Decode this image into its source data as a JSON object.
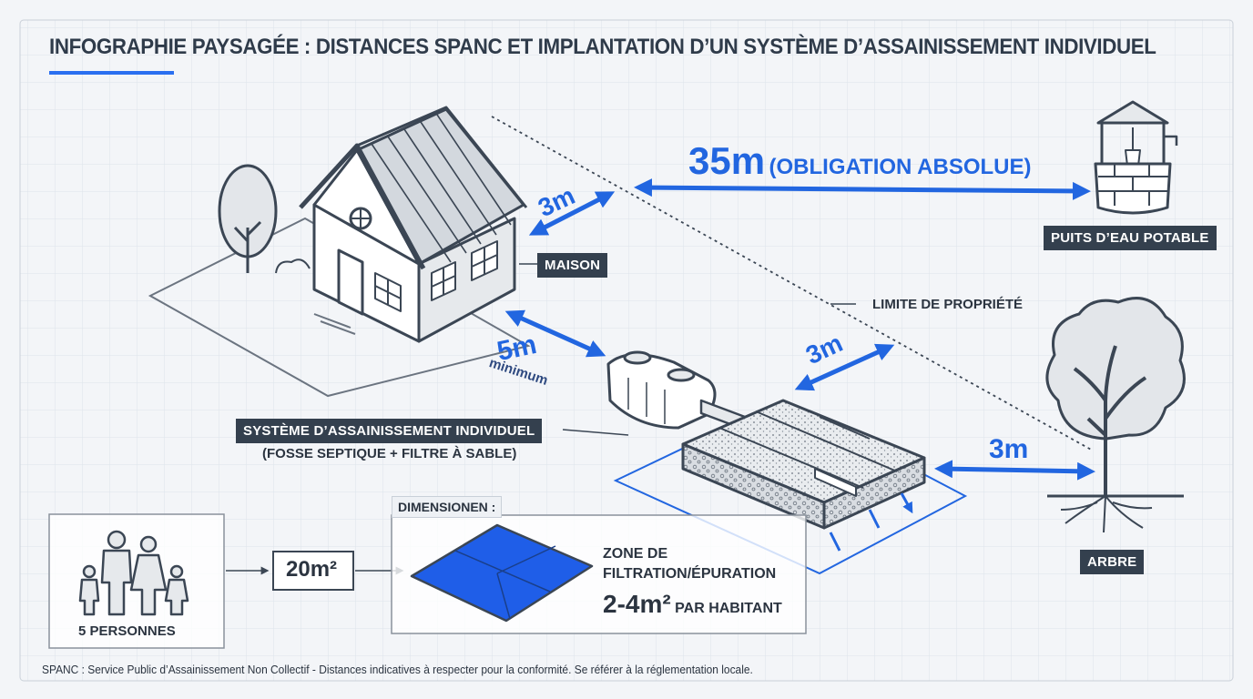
{
  "title": "INFOGRAPHIE PAYSAGÉE : DISTANCES SPANC ET IMPLANTATION D’UN SYSTÈME D’ASSAINISSEMENT INDIVIDUEL",
  "labels": {
    "house": "MAISON",
    "well": "PUITS D’EAU POTABLE",
    "property_line": "LIMITE DE PROPRIÉTÉ",
    "tree": "ARBRE",
    "system_title": "SYSTÈME D’ASSAINISSEMENT INDIVIDUEL",
    "system_sub": "(FOSSE SEPTIQUE + FILTRE À SABLE)"
  },
  "distances": {
    "house_to_property": "3m",
    "well_value": "35m",
    "well_note": "(OBLIGATION ABSOLUE)",
    "house_to_system": "5m",
    "house_to_system_note": "minimum",
    "system_to_property": "3m",
    "system_to_tree": "3m"
  },
  "sizing": {
    "people": "5 PERSONNES",
    "area": "20m²",
    "header": "DIMENSIONEN :",
    "zone_line1": "ZONE DE",
    "zone_line2": "FILTRATION/ÉPURATION",
    "per_value": "2-4m²",
    "per_unit": "PAR HABITANT"
  },
  "footer": "SPANC : Service Public d’Assainissement Non Collectif - Distances indicatives à respecter pour la conformité. Se référer à la réglementation locale.",
  "colors": {
    "accent": "#2266e0",
    "dark": "#34404e",
    "line": "#3b4654",
    "grid": "#dde3ea",
    "background": "#f3f5f8"
  }
}
